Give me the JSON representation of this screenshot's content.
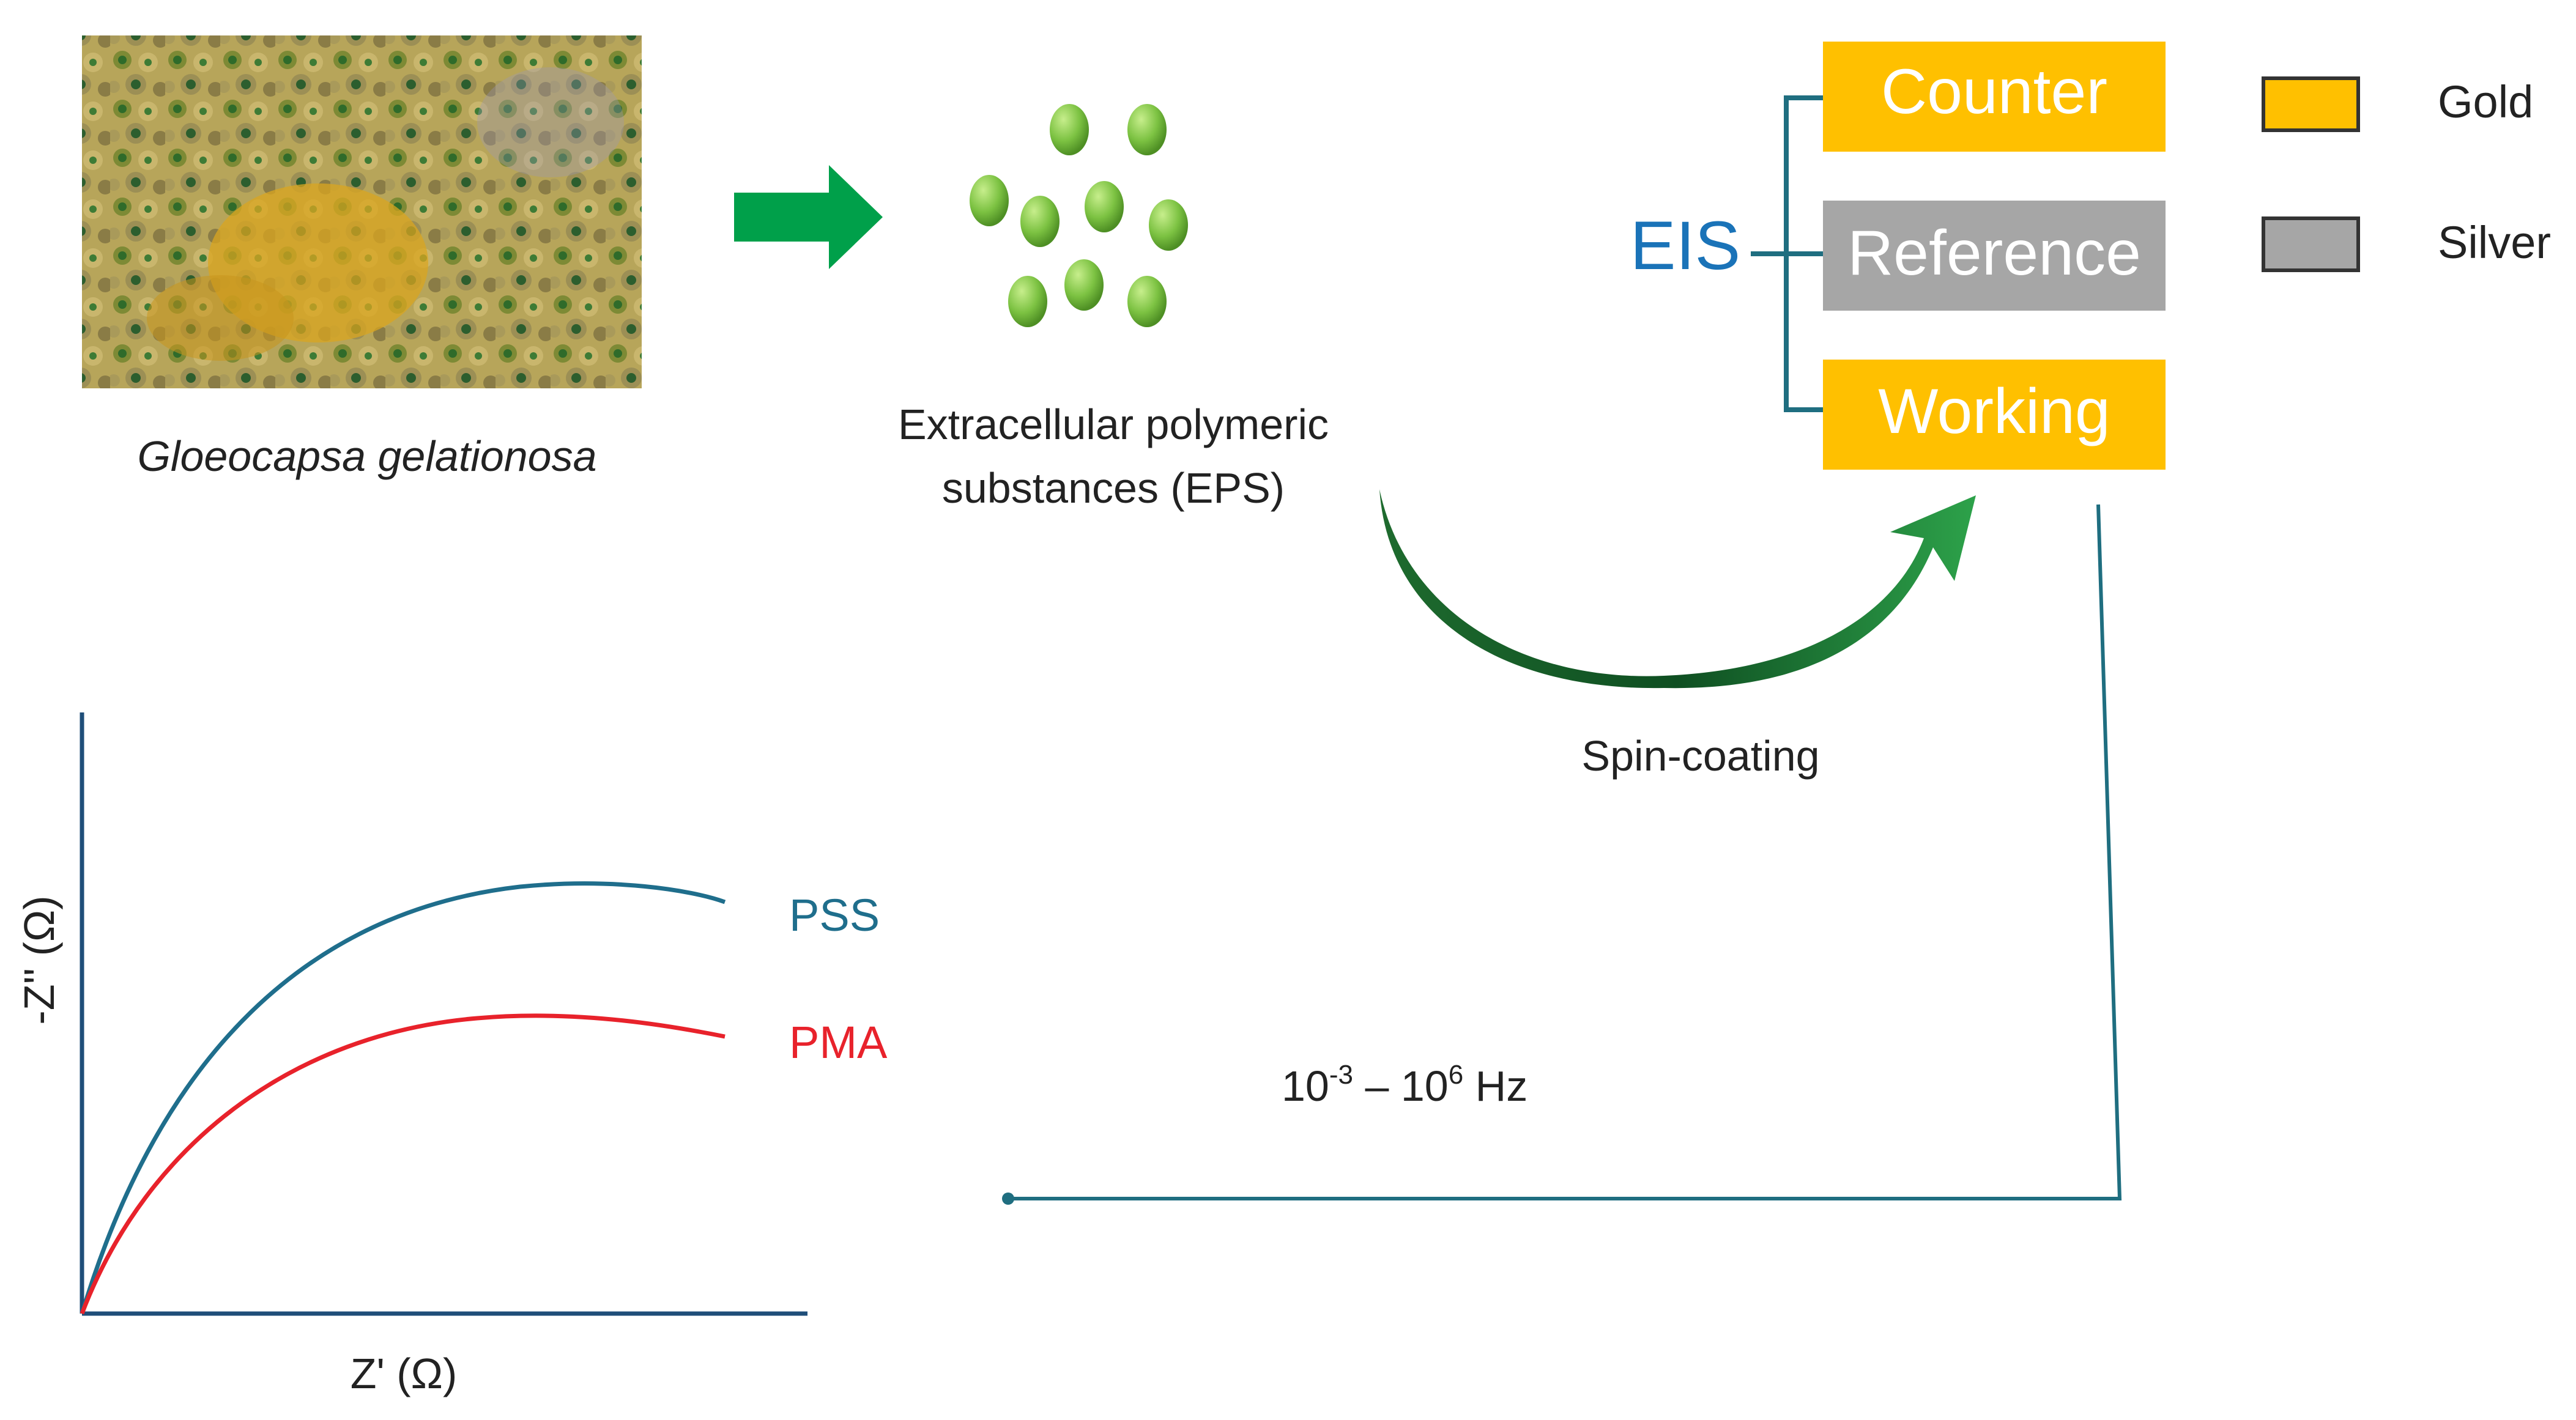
{
  "organism": {
    "name": "Gloeocapsa gelationosa"
  },
  "eps": {
    "line1": "Extracellular polymeric",
    "line2": "substances (EPS)"
  },
  "process": {
    "spin_label": "Spin-coating"
  },
  "eis": {
    "label": "EIS",
    "electrodes": [
      {
        "label": "Counter",
        "material": "Gold"
      },
      {
        "label": "Reference",
        "material": "Silver"
      },
      {
        "label": "Working",
        "material": "Gold"
      }
    ]
  },
  "legend": {
    "items": [
      {
        "label": "Gold",
        "color": "#FFC000"
      },
      {
        "label": "Silver",
        "color": "#A6A6A6"
      }
    ]
  },
  "frequency": {
    "base1": "10",
    "exp1": "-3",
    "dash": " – ",
    "base2": "10",
    "exp2": "6",
    "unit": " Hz"
  },
  "colors": {
    "green_arrow": "#00A04A",
    "green_dark": "#1E6B2E",
    "eis_blue": "#1A73B8",
    "connector": "#1F6E80",
    "pss": "#1F6E8C",
    "pma": "#E8222B",
    "bead": "#7CC242"
  },
  "chart_data": {
    "type": "line",
    "title": "",
    "xlabel": "Z' (Ω)",
    "ylabel": "-Z'' (Ω)",
    "series": [
      {
        "name": "PSS",
        "color": "#1F6E8C"
      },
      {
        "name": "PMA",
        "color": "#E8222B"
      }
    ]
  }
}
